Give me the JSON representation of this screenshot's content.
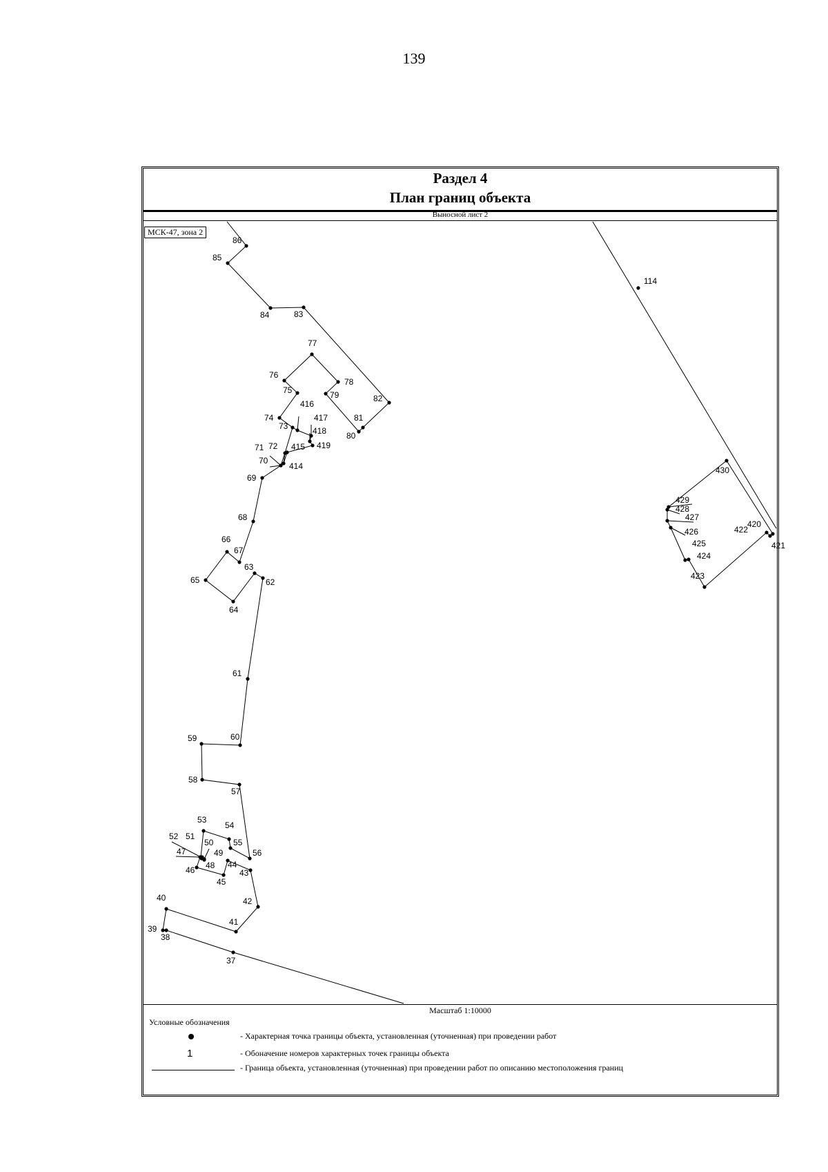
{
  "page_number": "139",
  "header": {
    "section": "Раздел 4",
    "title": "План границ объекта"
  },
  "sheet_label": "Выносной лист 2",
  "crs_label": "МСК-47, зона 2",
  "scale": "Масштаб 1:10000",
  "legend": {
    "title": "Условные обозначения",
    "number_sample": "1",
    "items": [
      "- Характерная точка границы объекта, установленная (уточненная) при проведении работ",
      "- Обоначение номеров характерных точек границы объекта",
      "- Граница объекта, установленная (уточненная) при проведении работ по описанию местоположения границ"
    ]
  },
  "map": {
    "point_labels": [
      "114",
      "86",
      "85",
      "84",
      "83",
      "82",
      "81",
      "80",
      "79",
      "78",
      "77",
      "76",
      "75",
      "74",
      "73",
      "416",
      "417",
      "418",
      "419",
      "415",
      "414",
      "72",
      "71",
      "70",
      "69",
      "68",
      "67",
      "66",
      "65",
      "64",
      "63",
      "62",
      "61",
      "60",
      "59",
      "58",
      "57",
      "56",
      "55",
      "54",
      "53",
      "52",
      "51",
      "50",
      "49",
      "48",
      "47",
      "46",
      "45",
      "44",
      "43",
      "42",
      "41",
      "40",
      "39",
      "38",
      "37",
      "430",
      "429",
      "428",
      "427",
      "426",
      "425",
      "424",
      "423",
      "422",
      "421",
      "420"
    ]
  }
}
